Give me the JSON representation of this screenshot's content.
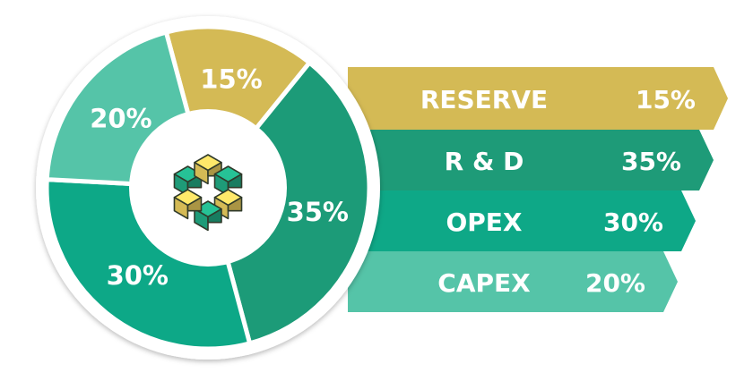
{
  "chart_data": {
    "type": "pie",
    "style": "donut with ribbon legend",
    "series": [
      {
        "name": "RESERVE",
        "value": 15,
        "label": "15%",
        "color": "#D4BA55"
      },
      {
        "name": "R & D",
        "value": 35,
        "label": "35%",
        "color": "#1E9B78"
      },
      {
        "name": "OPEX",
        "value": 30,
        "label": "30%",
        "color": "#0EA887"
      },
      {
        "name": "CAPEX",
        "value": 20,
        "label": "20%",
        "color": "#55C4A8"
      }
    ],
    "center_icon": "cube-cluster-icon",
    "legend_placement": "right"
  }
}
